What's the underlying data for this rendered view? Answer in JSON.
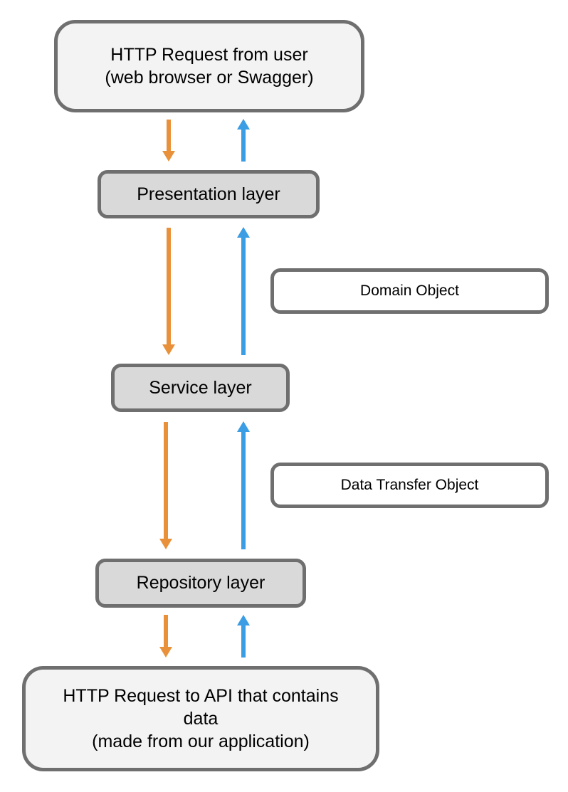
{
  "top_box": {
    "line1": "HTTP Request from user",
    "line2": "(web browser or Swagger)"
  },
  "presentation_layer": "Presentation layer",
  "service_layer": "Service layer",
  "repository_layer": "Repository layer",
  "domain_object": "Domain Object",
  "data_transfer_object": "Data Transfer Object",
  "bottom_box": {
    "line1": "HTTP Request to API that contains",
    "line2": "data",
    "line3": "(made from our application)"
  },
  "colors": {
    "request_arrow": "#e8913a",
    "response_arrow": "#3b9de3",
    "border": "#6f6f6f",
    "layer_fill": "#d9d9d9",
    "outer_fill": "#f3f3f3"
  }
}
